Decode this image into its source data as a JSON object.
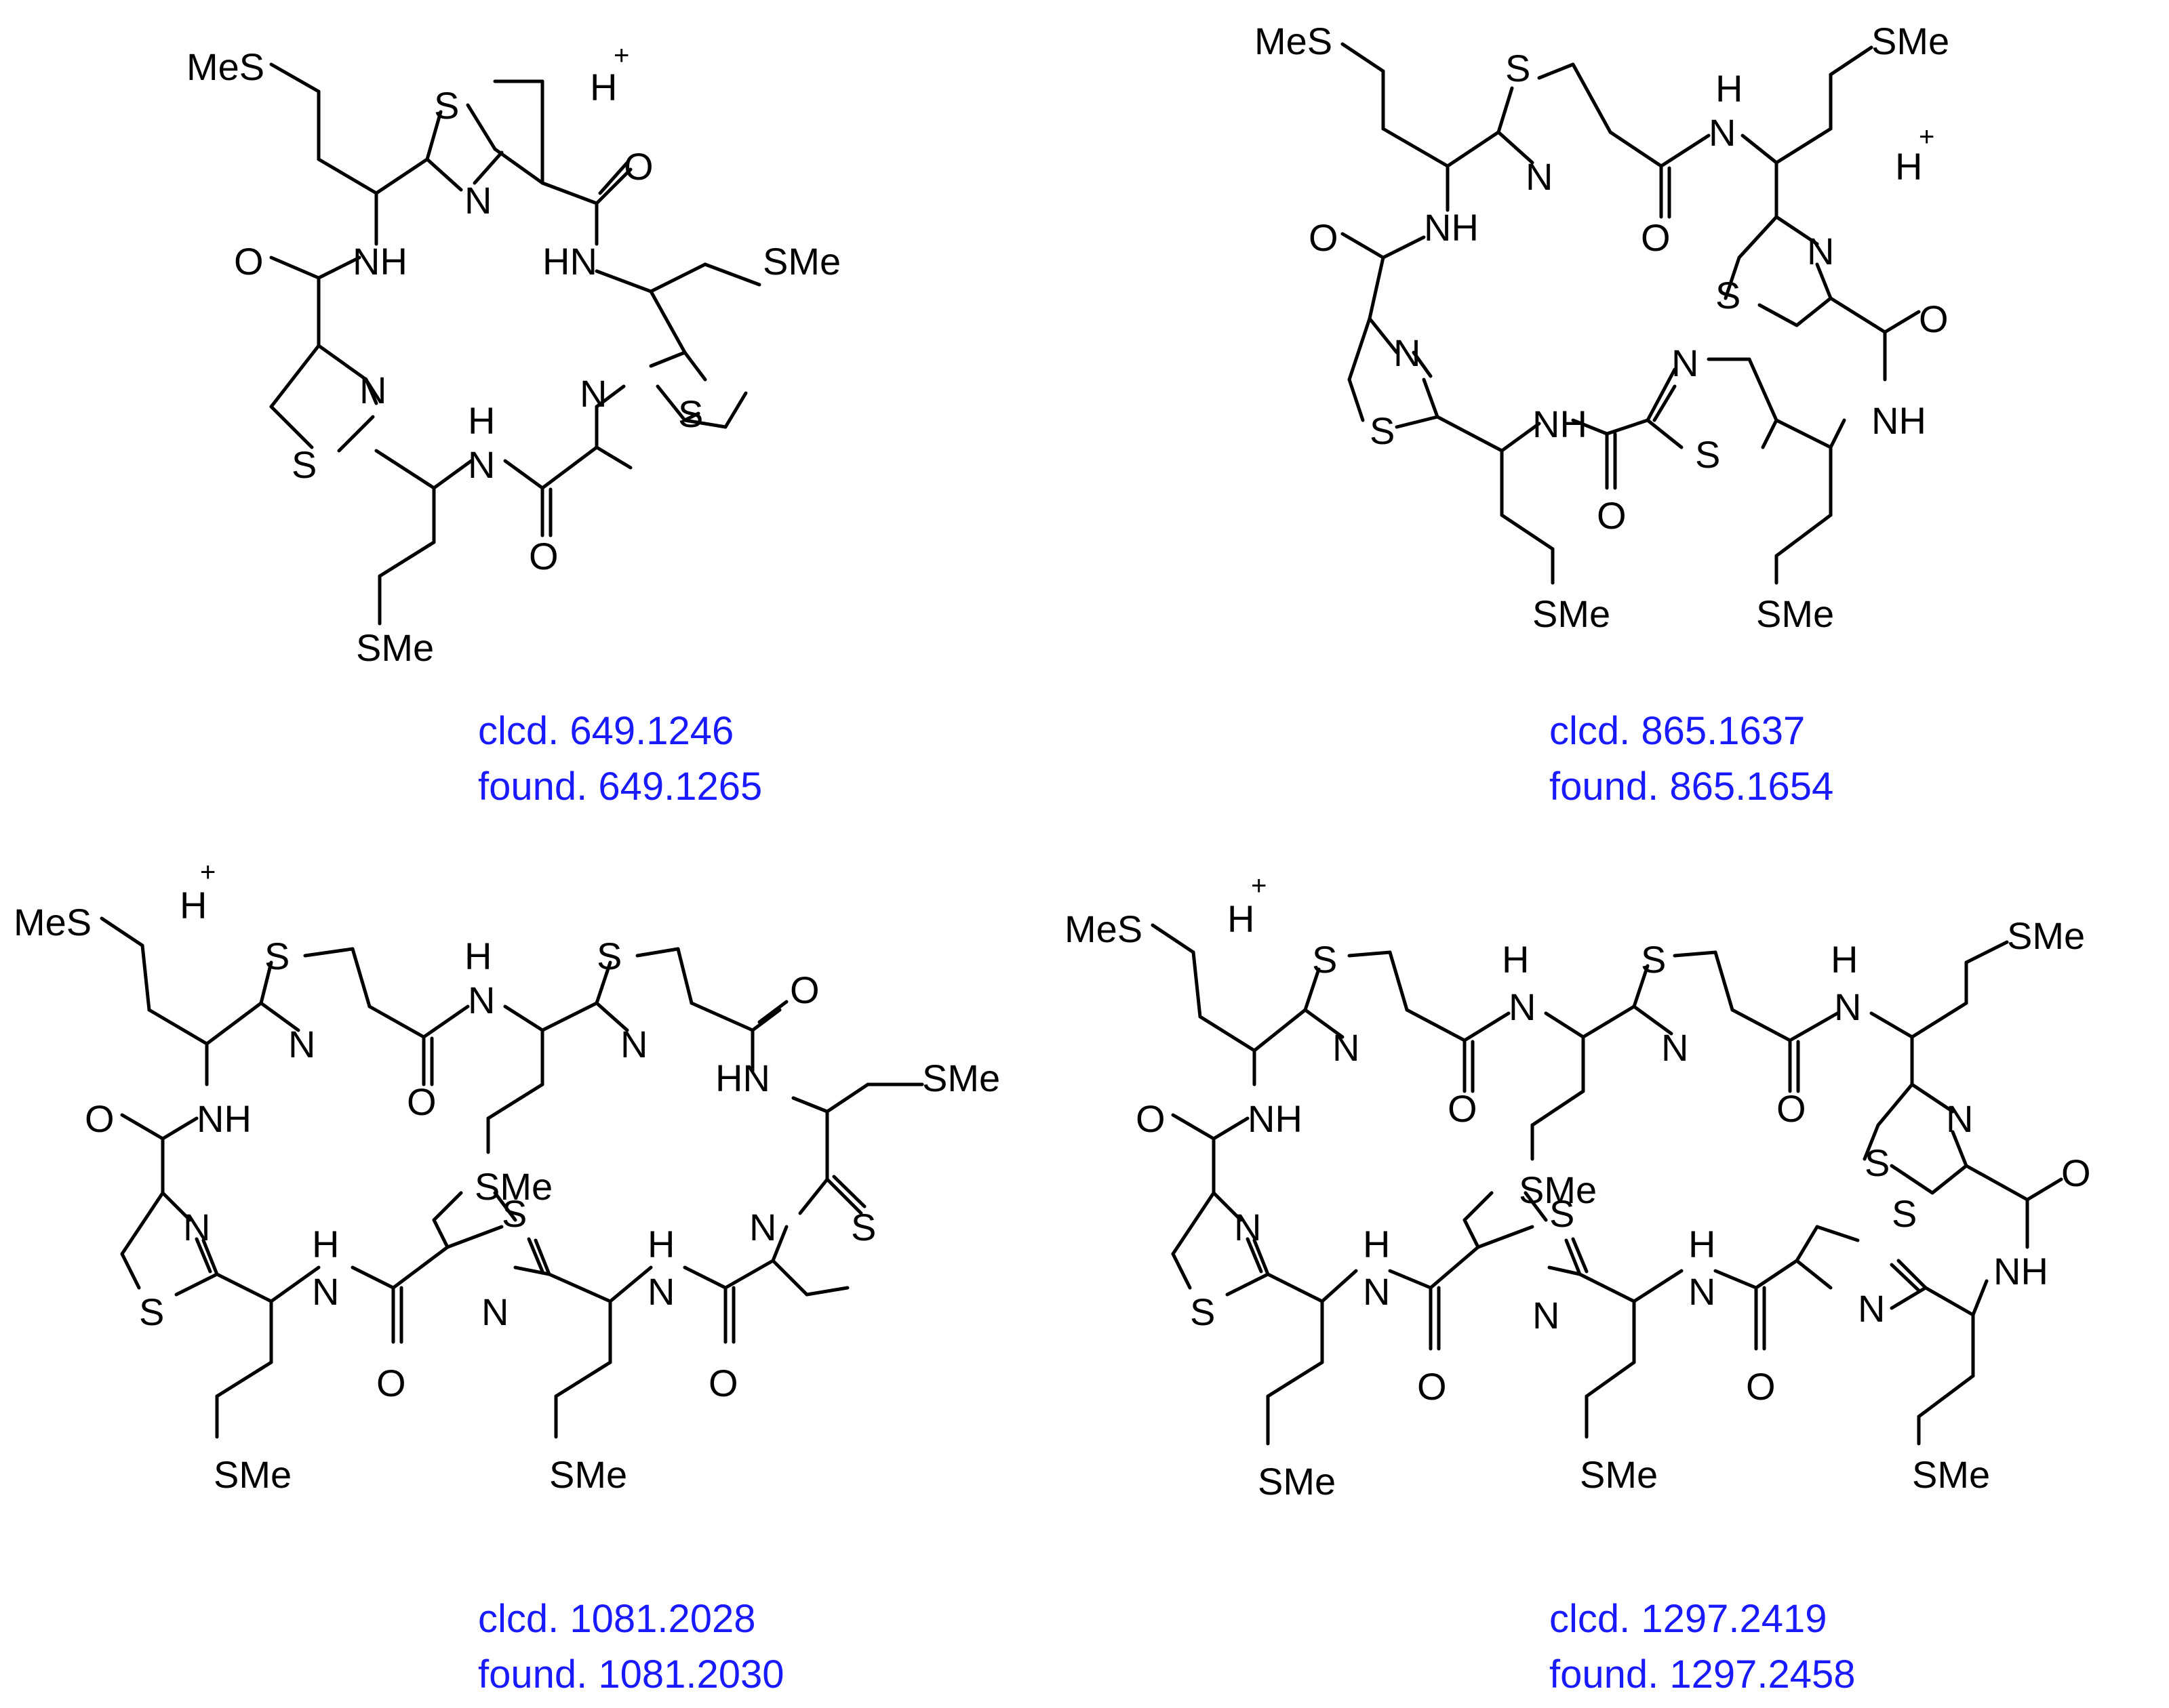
{
  "labels": {
    "sme": "SMe",
    "mes": "MeS",
    "s": "S",
    "n": "N",
    "nh": "NH",
    "hn": "HN",
    "h": "H",
    "o": "O",
    "hplus_h": "H",
    "hplus_sign": "+"
  },
  "compounds": [
    {
      "calc": "clcd. 649.1246",
      "found": "found. 649.1265"
    },
    {
      "calc": "clcd. 865.1637",
      "found": "found. 865.1654"
    },
    {
      "calc": "clcd. 1081.2028",
      "found": "found. 1081.2030"
    },
    {
      "calc": "clcd. 1297.2419",
      "found": "found. 1297.2458"
    }
  ],
  "colors": {
    "caption": "#1a1aff",
    "structure": "#000000"
  }
}
